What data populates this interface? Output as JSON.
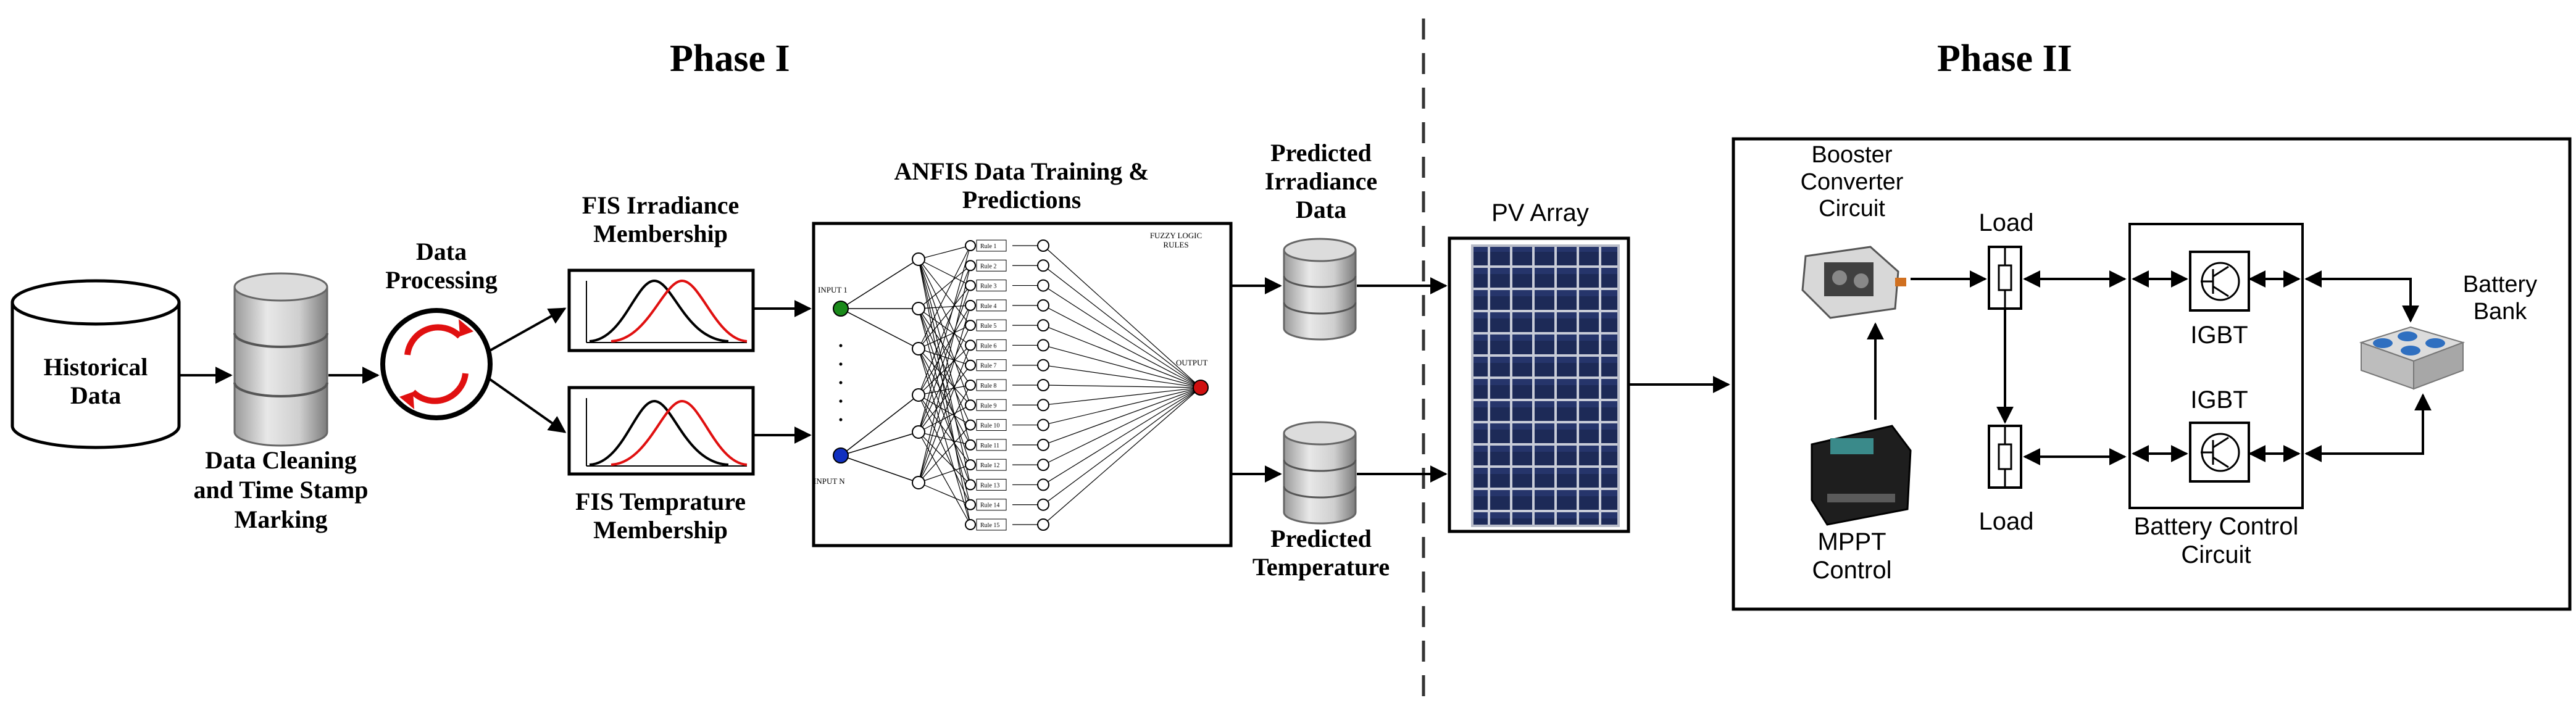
{
  "phase1_title": "Phase I",
  "phase2_title": "Phase II",
  "historical_data": [
    "Historical",
    "Data"
  ],
  "data_cleaning": [
    "Data Cleaning",
    "and Time Stamp",
    "Marking"
  ],
  "data_processing": [
    "Data",
    "Processing"
  ],
  "fis_irradiance": [
    "FIS Irradiance",
    "Membership"
  ],
  "fis_temperature": [
    "FIS Temprature",
    "Membership"
  ],
  "anfis": [
    "ANFIS Data Training &",
    "Predictions"
  ],
  "anfis_network": {
    "rules_header": [
      "FUZZY LOGIC",
      "RULES"
    ],
    "input_1": "INPUT 1",
    "input_n": "INPUT N",
    "output": "OUTPUT",
    "rule_prefix": "Rule"
  },
  "predicted_irradiance": [
    "Predicted",
    "Irradiance",
    "Data"
  ],
  "predicted_temperature": [
    "Predicted",
    "Temperature"
  ],
  "pv_array": "PV Array",
  "booster": [
    "Booster",
    "Converter",
    "Circuit"
  ],
  "load_top": "Load",
  "load_bottom": "Load",
  "igbt_top": "IGBT",
  "igbt_bottom": "IGBT",
  "battery_bank": [
    "Battery",
    "Bank"
  ],
  "mppt": [
    "MPPT",
    "Control"
  ],
  "battery_control": [
    "Battery Control",
    "Circuit"
  ],
  "colors": {
    "line": "#000000",
    "curve_red": "#e01010",
    "input1_node": "#1a8a1a",
    "inputN_node": "#1030c0",
    "output_node": "#d01010",
    "battery_blue": "#2f6fc0",
    "panel_cell": "#1d2a57"
  }
}
